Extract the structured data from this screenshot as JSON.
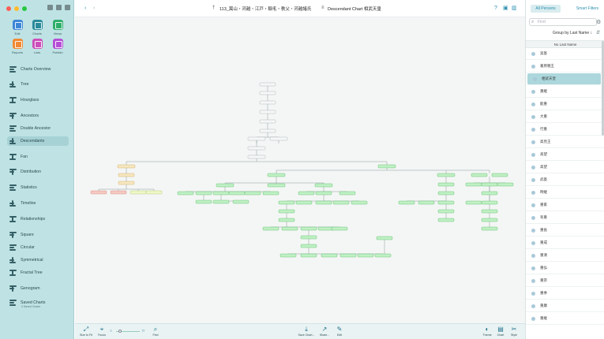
{
  "window": {
    "title": "113_嵩山・河越・江戸・稲毛・秩父・河越諸氏",
    "chart_title": "Descendant Chart 相武天皇",
    "traffic_colors": [
      "#fe5f57",
      "#febc2e",
      "#28c840"
    ]
  },
  "sidebar": {
    "app_buttons": [
      {
        "label": "Edit",
        "color": "#3e86d6",
        "icon": "pencil-icon"
      },
      {
        "label": "Charts",
        "color": "#2a8a9a",
        "icon": "charts-icon"
      },
      {
        "label": "Views",
        "color": "#2fae6a",
        "icon": "eye-icon"
      },
      {
        "label": "Reports",
        "color": "#f08a35",
        "icon": "reports-icon"
      },
      {
        "label": "Lists",
        "color": "#cc4fbb",
        "icon": "lists-icon"
      },
      {
        "label": "Publish",
        "color": "#b54fd6",
        "icon": "publish-icon"
      }
    ],
    "nav": [
      {
        "label": "Charts Overview",
        "icon": "charts-overview-icon",
        "active": false
      },
      {
        "label": "Tree",
        "icon": "tree-icon",
        "active": false
      },
      {
        "label": "Hourglass",
        "icon": "hourglass-icon",
        "active": false
      },
      {
        "label": "Ancestors",
        "icon": "ancestors-icon",
        "active": false
      },
      {
        "label": "Double Ancestor",
        "icon": "double-ancestor-icon",
        "active": false
      },
      {
        "label": "Descendants",
        "icon": "descendants-icon",
        "active": true
      },
      {
        "label": "Fan",
        "icon": "fan-icon",
        "active": false
      },
      {
        "label": "Distribution",
        "icon": "distribution-icon",
        "active": false
      },
      {
        "label": "Statistics",
        "icon": "statistics-icon",
        "active": false
      },
      {
        "label": "Timeline",
        "icon": "timeline-icon",
        "active": false
      },
      {
        "label": "Relationships",
        "icon": "relationships-icon",
        "active": false
      },
      {
        "label": "Square",
        "icon": "square-icon",
        "active": false
      },
      {
        "label": "Circular",
        "icon": "circular-icon",
        "active": false
      },
      {
        "label": "Symmetrical",
        "icon": "symmetrical-icon",
        "active": false
      },
      {
        "label": "Fractal Tree",
        "icon": "fractal-tree-icon",
        "active": false
      },
      {
        "label": "Genogram",
        "icon": "genogram-icon",
        "active": false
      },
      {
        "label": "Saved Charts",
        "icon": "saved-charts-icon",
        "active": false
      }
    ],
    "saved_charts_sub": "0 Saved Charts"
  },
  "bottom_bar": {
    "size_to_fit": "Size to Fit",
    "focus": "Focus",
    "find": "Find",
    "save_chart": "Save Chart...",
    "share": "Share...",
    "edit": "Edit",
    "theme": "Theme",
    "chart": "Chart",
    "style": "Style"
  },
  "right_panel": {
    "tab_all": "All Persons",
    "tab_smart": "Smart Filters",
    "search_placeholder": "Find",
    "group_by": "Group by Last Name",
    "section": "No Last Name",
    "persons": [
      {
        "name": "実基",
        "selected": false
      },
      {
        "name": "葛原親王",
        "selected": false
      },
      {
        "name": "相武天皇",
        "selected": true
      },
      {
        "name": "重継",
        "selected": false
      },
      {
        "name": "能重",
        "selected": false
      },
      {
        "name": "大重",
        "selected": false
      },
      {
        "name": "行重",
        "selected": false
      },
      {
        "name": "高見王",
        "selected": false
      },
      {
        "name": "高望",
        "selected": false
      },
      {
        "name": "高望",
        "selected": false
      },
      {
        "name": "武基",
        "selected": false
      },
      {
        "name": "時継",
        "selected": false
      },
      {
        "name": "重家",
        "selected": false
      },
      {
        "name": "有重",
        "selected": false
      },
      {
        "name": "重長",
        "selected": false
      },
      {
        "name": "重成",
        "selected": false
      },
      {
        "name": "重清",
        "selected": false
      },
      {
        "name": "重弘",
        "selected": false
      },
      {
        "name": "重宗",
        "selected": false
      },
      {
        "name": "重季",
        "selected": false
      },
      {
        "name": "重康",
        "selected": false
      },
      {
        "name": "重継",
        "selected": false
      }
    ]
  }
}
